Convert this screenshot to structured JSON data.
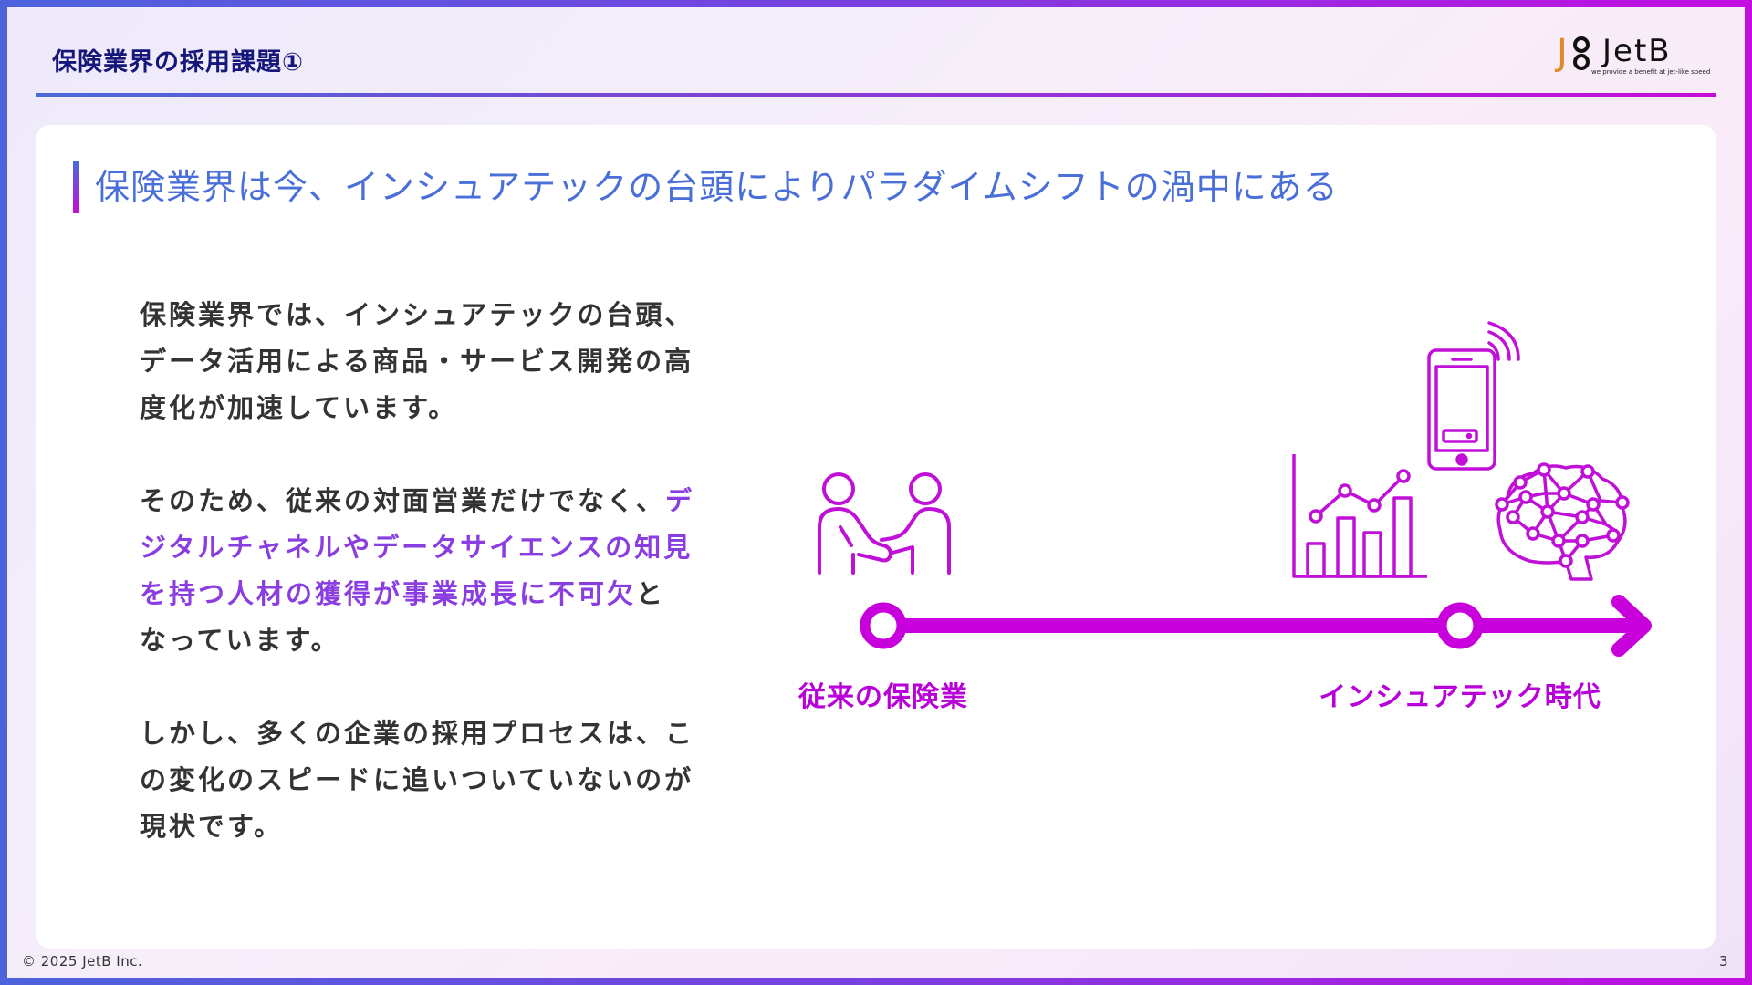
{
  "header": {
    "title": "保険業界の採用課題①",
    "logo": {
      "mark_j": "J",
      "name": "JetB",
      "tagline": "we provide a benefit at jet-like speed"
    }
  },
  "colors": {
    "navy_title": "#16177a",
    "blue_accent": "#4a6fd8",
    "magenta_accent": "#c40ed8",
    "highlight_purple": "#8a3de0",
    "body_text": "#333333",
    "logo_orange": "#e08a2a"
  },
  "card": {
    "title": "保険業界は今、インシュアテックの台頭によりパラダイムシフトの渦中にある",
    "paragraphs": [
      {
        "lines": [
          [
            {
              "text": "保険業界では、インシュアテックの台頭、",
              "hl": false
            }
          ],
          [
            {
              "text": "データ活用による商品・サービス開発の高",
              "hl": false
            }
          ],
          [
            {
              "text": "度化が加速しています。",
              "hl": false
            }
          ]
        ]
      },
      {
        "lines": [
          [
            {
              "text": "そのため、従来の対面営業だけでなく、",
              "hl": false
            },
            {
              "text": "デ",
              "hl": true
            }
          ],
          [
            {
              "text": "ジタルチャネルやデータサイエンスの知見",
              "hl": true
            }
          ],
          [
            {
              "text": "を持つ人材の獲得が事業成長に不可欠",
              "hl": true
            },
            {
              "text": "と",
              "hl": false
            }
          ],
          [
            {
              "text": "なっています。",
              "hl": false
            }
          ]
        ]
      },
      {
        "lines": [
          [
            {
              "text": "しかし、多くの企業の採用プロセスは、こ",
              "hl": false
            }
          ],
          [
            {
              "text": "の変化のスピードに追いついていないのが",
              "hl": false
            }
          ],
          [
            {
              "text": "現状です。",
              "hl": false
            }
          ]
        ]
      }
    ],
    "p1": {
      "l1": "保険業界では、インシュアテックの台頭、",
      "l2": "データ活用による商品・サービス開発の高",
      "l3": "度化が加速しています。"
    },
    "p2": {
      "l1a": "そのため、従来の対面営業だけでなく、",
      "l1b": "デ",
      "l2": "ジタルチャネルやデータサイエンスの知見",
      "l3a": "を持つ人材の獲得が事業成長に不可欠",
      "l3b": "と",
      "l4": "なっています。"
    },
    "p3": {
      "l1": "しかし、多くの企業の採用プロセスは、こ",
      "l2": "の変化のスピードに追いついていないのが",
      "l3": "現状です。"
    }
  },
  "illustration": {
    "icons": [
      "handshake-icon",
      "bar-line-chart-icon",
      "smartphone-wifi-icon",
      "ai-brain-network-icon"
    ],
    "timeline": {
      "start_label": "従来の保険業",
      "end_label": "インシュアテック時代"
    }
  },
  "footer": {
    "copyright": "© 2025 JetB Inc.",
    "page_number": "3"
  }
}
